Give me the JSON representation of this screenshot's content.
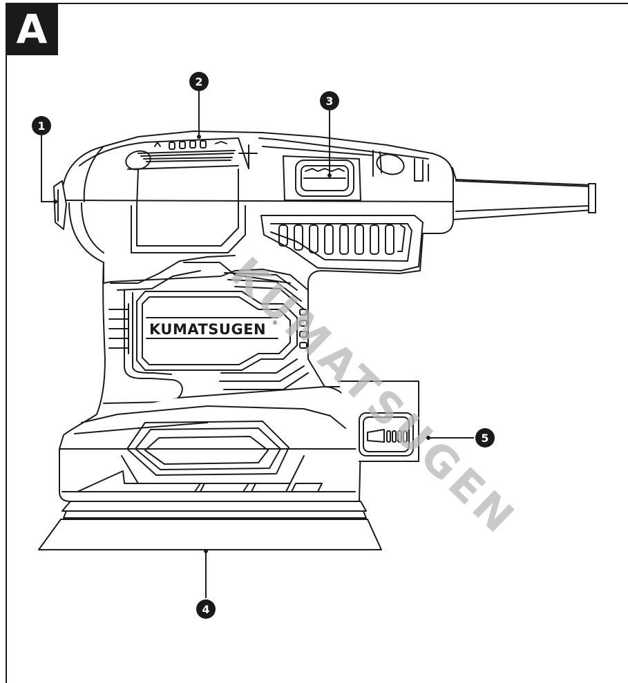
{
  "figure": {
    "label": "A"
  },
  "tool": {
    "brand": "KUMATSUGEN",
    "brand_mark": "®"
  },
  "watermark": {
    "text": "KUMATSUGEN"
  },
  "callouts": [
    {
      "number": "1"
    },
    {
      "number": "2"
    },
    {
      "number": "3"
    },
    {
      "number": "4"
    },
    {
      "number": "5"
    }
  ],
  "colors": {
    "line": "#1a1a1a",
    "background": "#ffffff",
    "watermark": "#b8b8b8"
  }
}
